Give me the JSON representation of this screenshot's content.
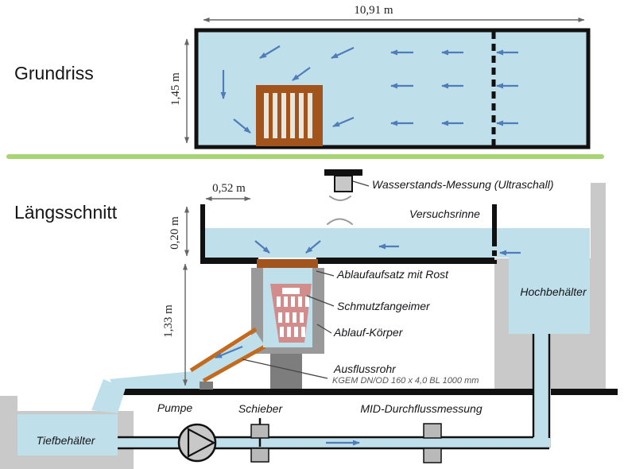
{
  "titles": {
    "plan": "Grundriss",
    "section": "Längsschnitt"
  },
  "dimensions": {
    "plan_length": "10,91 m",
    "plan_width": "1,45 m",
    "inlet_offset": "0,52 m",
    "water_depth": "0,20 m",
    "drain_height": "1,33 m"
  },
  "labels": {
    "level_sensor": "Wasserstands-Messung (Ultraschall)",
    "flume": "Versuchsrinne",
    "high_tank": "Hochbehälter",
    "drain_top": "Ablaufaufsatz mit Rost",
    "dirt_bucket": "Schmutzfangeimer",
    "drain_body": "Ablauf-Körper",
    "outflow_pipe": "Ausflussrohr",
    "outflow_pipe_spec": "KGEM DN/OD 160 x 4,0 BL 1000 mm",
    "low_tank": "Tiefbehälter",
    "pump": "Pumpe",
    "gate_valve": "Schieber",
    "flow_meter": "MID-Durchflussmessung"
  },
  "colors": {
    "water": "#bfdfea",
    "arrow": "#4e7db8",
    "grate": "#a3541d",
    "pipewall": "#c26a1e",
    "basket": "#d28c8c",
    "slat": "#e9e7dd",
    "structure": "#c9c9c9",
    "pedestal": "#7d7d7d",
    "draingray": "#999999",
    "blockgray": "#b9b9b9",
    "pumpgray": "#c8c8c8",
    "separator": "#a8d573",
    "ink": "#111111",
    "dimline": "#666666",
    "wave": "#999999"
  }
}
